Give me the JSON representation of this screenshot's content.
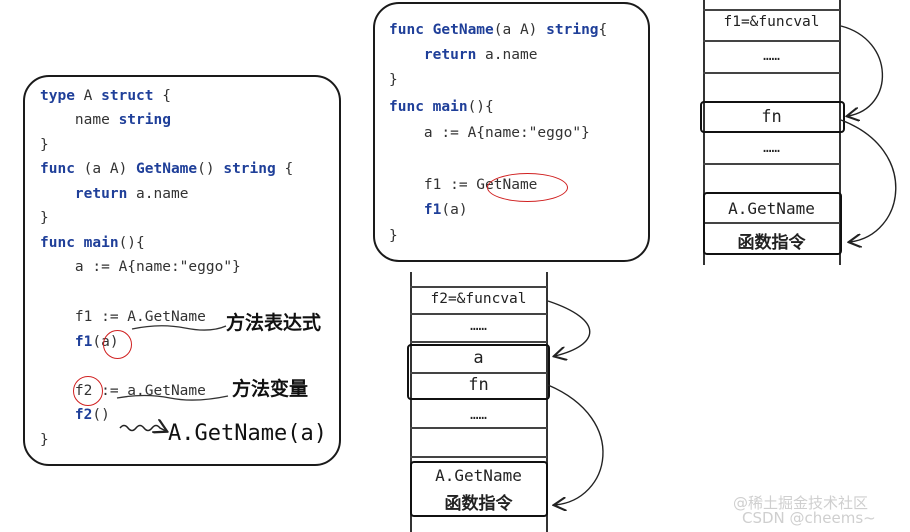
{
  "left_panel": {
    "lines": [
      [
        "type",
        " A ",
        "struct",
        " {"
      ],
      [
        "    name ",
        "string"
      ],
      [
        "}"
      ],
      [
        "func",
        " (a A) ",
        "GetName",
        "() ",
        "string",
        " {"
      ],
      [
        "    ",
        "return",
        " a.name"
      ],
      [
        "}"
      ],
      [
        "func",
        " ",
        "main",
        "(){"
      ],
      [
        "    a := A{name:\"eggo\"}"
      ],
      [
        "    f1 := A.GetName"
      ],
      [
        "    ",
        "f1",
        "(a)"
      ],
      [
        "    f2 := a.GetName"
      ],
      [
        "    ",
        "f2",
        "()"
      ],
      [
        "}"
      ]
    ],
    "note_method_expression": "方法表达式",
    "note_method_value": "方法变量",
    "note_arrow_target": "A.GetName(a)"
  },
  "middle_panel": {
    "lines": [
      [
        "func",
        " ",
        "GetName",
        "(a A) ",
        "string",
        "{"
      ],
      [
        "    ",
        "return",
        " a.name"
      ],
      [
        "}"
      ],
      [
        "func",
        " ",
        "main",
        "(){"
      ],
      [
        "    a := A{name:\"eggo\"}"
      ],
      [
        ""
      ],
      [
        "    f1 := GetName"
      ],
      [
        "    ",
        "f1",
        "(a)"
      ],
      [
        "}"
      ]
    ]
  },
  "top_stack": {
    "cells": [
      "f1=&funcval",
      "……",
      "fn",
      "……",
      "A.GetName",
      "函数指令"
    ]
  },
  "bottom_stack": {
    "cells": [
      "f2=&funcval",
      "……",
      "a",
      "fn",
      "……",
      "A.GetName",
      "函数指令"
    ]
  },
  "watermark": {
    "line1": "@稀土掘金技术社区",
    "line2": "CSDN @cheems~"
  }
}
